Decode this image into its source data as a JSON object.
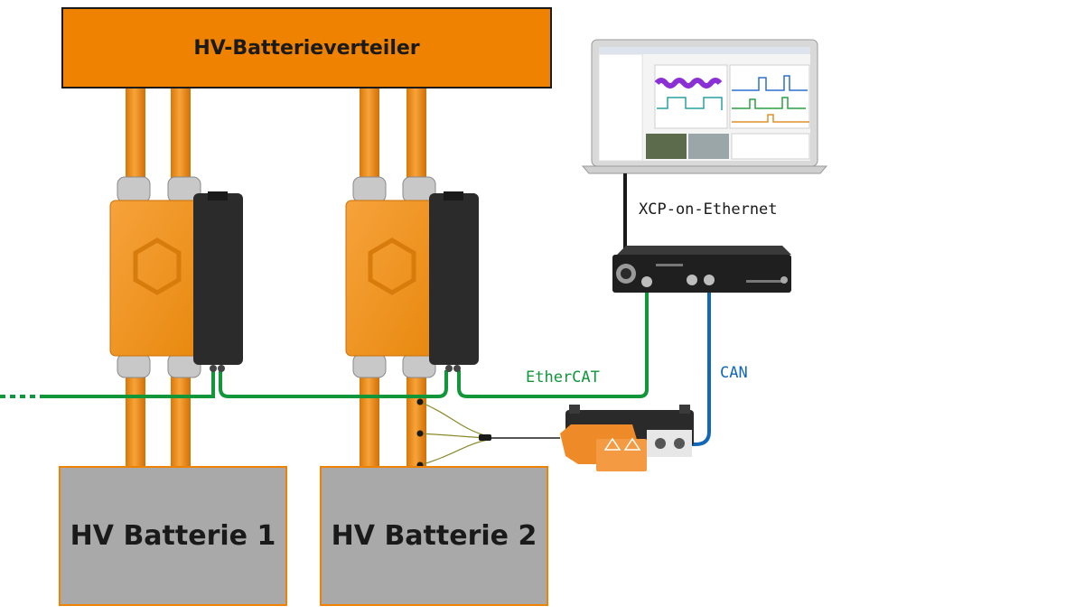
{
  "labels": {
    "distributor": "HV-Batterieverteiler",
    "battery_1": "HV Batterie 1",
    "battery_2": "HV Batterie 2",
    "xcp": "XCP-on-Ethernet",
    "ethercat": "EtherCAT",
    "can": "CAN"
  },
  "colors": {
    "orange": "#ef8200",
    "cable_orange": "#f29418",
    "ethercat_green": "#11963a",
    "can_blue": "#1467b8",
    "battery_gray": "#a9a9a9",
    "module_dark": "#2b2b2b"
  },
  "icons": {
    "hv_module": "hv-measurement-module-icon",
    "gateway": "ethercat-gateway-icon",
    "logger": "data-logger-icon",
    "laptop": "laptop-icon"
  }
}
